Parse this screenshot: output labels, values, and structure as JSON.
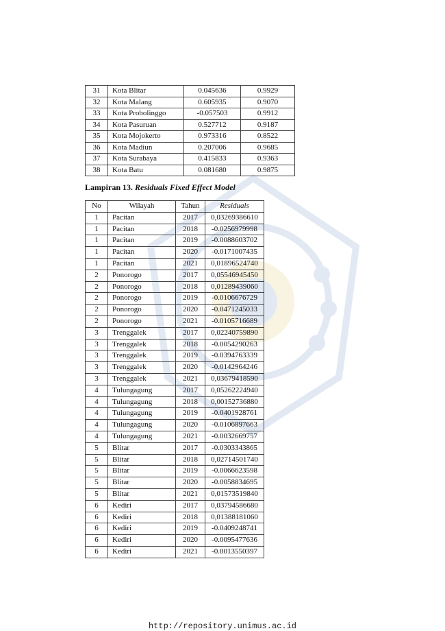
{
  "table1": {
    "rows": [
      [
        "31",
        "Kota Blitar",
        "0.045636",
        "0.9929"
      ],
      [
        "32",
        "Kota Malang",
        "0.605935",
        "0.9070"
      ],
      [
        "33",
        "Kota Probolinggo",
        "-0.057503",
        "0.9912"
      ],
      [
        "34",
        "Kota Pasuruan",
        "0.527712",
        "0.9187"
      ],
      [
        "35",
        "Kota Mojokerto",
        "0.973316",
        "0.8522"
      ],
      [
        "36",
        "Kota Madiun",
        "0.207006",
        "0.9685"
      ],
      [
        "37",
        "Kota Surabaya",
        "0.415833",
        "0.9363"
      ],
      [
        "38",
        "Kota Batu",
        "0.081680",
        "0.9875"
      ]
    ]
  },
  "caption": {
    "prefix": "Lampiran 13. ",
    "title": "Residuals Fixed Effect Model"
  },
  "table2": {
    "headers": [
      "No",
      "Wilayah",
      "Tahun",
      "Residuals"
    ],
    "rows": [
      [
        "1",
        "Pacitan",
        "2017",
        "0,03269386610"
      ],
      [
        "1",
        "Pacitan",
        "2018",
        "-0.0256979998"
      ],
      [
        "1",
        "Pacitan",
        "2019",
        "-0.0088603702"
      ],
      [
        "1",
        "Pacitan",
        "2020",
        "-0.0171007435"
      ],
      [
        "1",
        "Pacitan",
        "2021",
        "0,01896524740"
      ],
      [
        "2",
        "Ponorogo",
        "2017",
        "0,05546945450"
      ],
      [
        "2",
        "Ponorogo",
        "2018",
        "0,01289439060"
      ],
      [
        "2",
        "Ponorogo",
        "2019",
        "-0.0106676729"
      ],
      [
        "2",
        "Ponorogo",
        "2020",
        "-0.0471245033"
      ],
      [
        "2",
        "Ponorogo",
        "2021",
        "-0.0105716689"
      ],
      [
        "3",
        "Trenggalek",
        "2017",
        "0,02240759890"
      ],
      [
        "3",
        "Trenggalek",
        "2018",
        "-0.0054290263"
      ],
      [
        "3",
        "Trenggalek",
        "2019",
        "-0.0394763339"
      ],
      [
        "3",
        "Trenggalek",
        "2020",
        "-0.0142964246"
      ],
      [
        "3",
        "Trenggalek",
        "2021",
        "0,03679418590"
      ],
      [
        "4",
        "Tulungagung",
        "2017",
        "0,05262224940"
      ],
      [
        "4",
        "Tulungagung",
        "2018",
        "0,00152736880"
      ],
      [
        "4",
        "Tulungagung",
        "2019",
        "-0.0401928761"
      ],
      [
        "4",
        "Tulungagung",
        "2020",
        "-0.0106897663"
      ],
      [
        "4",
        "Tulungagung",
        "2021",
        "-0.0032669757"
      ],
      [
        "5",
        "Blitar",
        "2017",
        "-0.0303343865"
      ],
      [
        "5",
        "Blitar",
        "2018",
        "0,02714501740"
      ],
      [
        "5",
        "Blitar",
        "2019",
        "-0.0066623598"
      ],
      [
        "5",
        "Blitar",
        "2020",
        "-0.0058834695"
      ],
      [
        "5",
        "Blitar",
        "2021",
        "0,01573519840"
      ],
      [
        "6",
        "Kediri",
        "2017",
        "0,03794586680"
      ],
      [
        "6",
        "Kediri",
        "2018",
        "0,01388181060"
      ],
      [
        "6",
        "Kediri",
        "2019",
        "-0.0409248741"
      ],
      [
        "6",
        "Kediri",
        "2020",
        "-0.0095477636"
      ],
      [
        "6",
        "Kediri",
        "2021",
        "-0.0013550397"
      ]
    ]
  },
  "footer": {
    "url": "http://repository.unimus.ac.id"
  },
  "colors": {
    "watermark": "#2a5fa8",
    "watermark_accent": "#d6b21e"
  },
  "watermark": {
    "icon": "university-seal-icon"
  }
}
